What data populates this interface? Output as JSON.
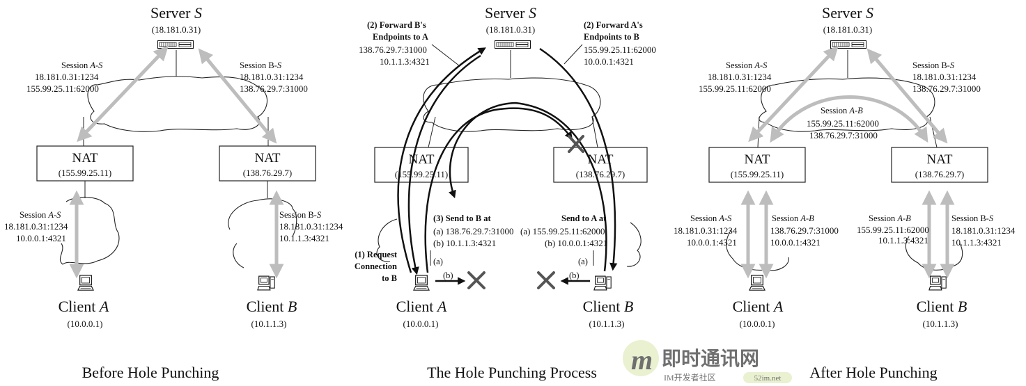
{
  "panels": [
    {
      "caption": "Before Hole Punching",
      "server": {
        "title": "Server ",
        "title_em": "S",
        "ip": "(18.181.0.31)"
      },
      "session_as_top": {
        "title": "Session ",
        "title_em": "A-S",
        "lines": [
          "18.181.0.31:1234",
          "155.99.25.11:62000"
        ]
      },
      "session_bs_top": {
        "title": "Session B-",
        "title_em": "S",
        "lines": [
          "18.181.0.31:1234",
          "138.76.29.7:31000"
        ]
      },
      "nat_a": {
        "title": "NAT",
        "ip": "(155.99.25.11)"
      },
      "nat_b": {
        "title": "NAT",
        "ip": "(138.76.29.7)"
      },
      "session_as_bottom": {
        "title": "Session ",
        "title_em": "A-S",
        "lines": [
          "18.181.0.31:1234",
          "10.0.0.1:4321"
        ]
      },
      "session_bs_bottom": {
        "title": "Session B-",
        "title_em": "S",
        "lines": [
          "18.181.0.31:1234",
          "10.1.1.3:4321"
        ]
      },
      "client_a": {
        "title": "Client ",
        "title_em": "A",
        "ip": "(10.0.0.1)"
      },
      "client_b": {
        "title": "Client ",
        "title_em": "B",
        "ip": "(10.1.1.3)"
      }
    },
    {
      "caption": "The Hole Punching Process",
      "server": {
        "title": "Server ",
        "title_em": "S",
        "ip": "(18.181.0.31)"
      },
      "forward_b": {
        "lines": [
          "(2) Forward B's",
          "Endpoints to A"
        ],
        "endpoints": [
          "138.76.29.7:31000",
          "10.1.1.3:4321"
        ]
      },
      "forward_a": {
        "lines": [
          "(2) Forward A's",
          "Endpoints to B"
        ],
        "endpoints": [
          "155.99.25.11:62000",
          "10.0.0.1:4321"
        ]
      },
      "nat_a": {
        "title": "NAT",
        "ip": "(155.99.25.11)"
      },
      "nat_b": {
        "title": "NAT",
        "ip": "(138.76.29.7)"
      },
      "send_to_b": {
        "title": "(3) Send to B at",
        "a": "(a) 138.76.29.7:31000",
        "b": "(b) 10.1.1.3:4321"
      },
      "send_to_a": {
        "title": "Send to A at",
        "a": "(a) 155.99.25.11:62000",
        "b": "(b) 10.0.0.1:4321"
      },
      "request": {
        "lines": [
          "(1) Request",
          "Connection",
          "to B"
        ]
      },
      "mark_a": "(a)",
      "mark_b": "(b)",
      "client_a": {
        "title": "Client ",
        "title_em": "A",
        "ip": "(10.0.0.1)"
      },
      "client_b": {
        "title": "Client ",
        "title_em": "B",
        "ip": "(10.1.1.3)"
      }
    },
    {
      "caption": "After Hole Punching",
      "server": {
        "title": "Server ",
        "title_em": "S",
        "ip": "(18.181.0.31)"
      },
      "session_as_top": {
        "title": "Session ",
        "title_em": "A-S",
        "lines": [
          "18.181.0.31:1234",
          "155.99.25.11:62000"
        ]
      },
      "session_bs_top": {
        "title": "Session B-",
        "title_em": "S",
        "lines": [
          "18.181.0.31:1234",
          "138.76.29.7:31000"
        ]
      },
      "session_ab_mid": {
        "title": "Session ",
        "title_em": "A-B",
        "lines": [
          "155.99.25.11:62000",
          "138.76.29.7:31000"
        ]
      },
      "nat_a": {
        "title": "NAT",
        "ip": "(155.99.25.11)"
      },
      "nat_b": {
        "title": "NAT",
        "ip": "(138.76.29.7)"
      },
      "session_as_bottom": {
        "title": "Session ",
        "title_em": "A-S",
        "lines": [
          "18.181.0.31:1234",
          "10.0.0.1:4321"
        ]
      },
      "session_ab_bottom_a": {
        "title": "Session ",
        "title_em": "A-B",
        "lines": [
          "138.76.29.7:31000",
          "10.0.0.1:4321"
        ]
      },
      "session_ab_bottom_b": {
        "title": "Session ",
        "title_em": "A-B",
        "lines": [
          "155.99.25.11:62000",
          "10.1.1.3:4321"
        ]
      },
      "session_bs_bottom": {
        "title": "Session B-",
        "title_em": "S",
        "lines": [
          "18.181.0.31:1234",
          "10.1.1.3:4321"
        ]
      },
      "client_a": {
        "title": "Client ",
        "title_em": "A",
        "ip": "(10.0.0.1)"
      },
      "client_b": {
        "title": "Client ",
        "title_em": "B",
        "ip": "(10.1.1.3)"
      }
    }
  ],
  "watermark": {
    "name": "即时通讯网",
    "sub": "IM开发者社区",
    "url": "52im.net",
    "logo_letter": "m"
  },
  "colors": {
    "arrow_gray": "#bdbdbd",
    "arrow_black": "#111111",
    "cross": "#555555",
    "line": "#222222",
    "watermark": "#c8dd8a"
  }
}
